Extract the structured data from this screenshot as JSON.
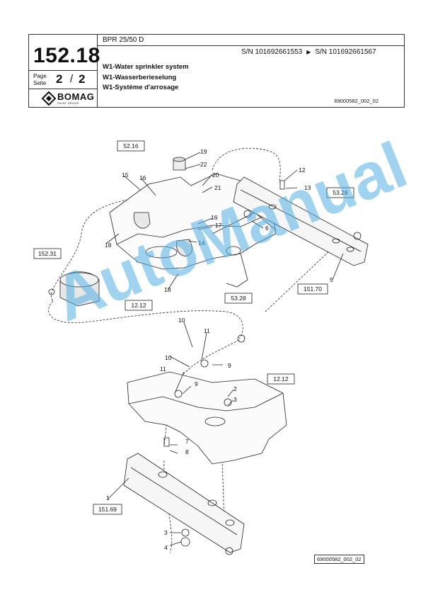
{
  "header": {
    "model": "BPR 25/50 D",
    "doc_number": "152.18",
    "page_label_1": "Page",
    "page_label_2": "Seite",
    "page_current": "2",
    "page_separator": "/",
    "page_total": "2",
    "sn_from": "S/N 101692661553",
    "sn_to": "S/N 101692661567",
    "title_en": "W1-Water sprinkler system",
    "title_de": "W1-Wasserberieselung",
    "title_fr": "W1-Système d'arrosage",
    "doc_ref": "69000582_002_02",
    "logo_text": "BOMAG",
    "logo_subtext": "FAYAT GROUP"
  },
  "reference_boxes": [
    "52.16",
    "53.28",
    "152.31",
    "12.12",
    "53.28",
    "151.70",
    "12.12",
    "151.69"
  ],
  "callouts": [
    "19",
    "22",
    "12",
    "15",
    "16",
    "20",
    "21",
    "13",
    "16",
    "17",
    "6",
    "18",
    "14",
    "18",
    "5",
    "10",
    "11",
    "10",
    "9",
    "11",
    "9",
    "2",
    "3",
    "12.12",
    "7",
    "8",
    "1",
    "3",
    "4"
  ],
  "bottom_ref": "69000582_002_02",
  "watermark": "AutoManual",
  "colors": {
    "watermark": "#50afe4",
    "line": "#222222"
  }
}
